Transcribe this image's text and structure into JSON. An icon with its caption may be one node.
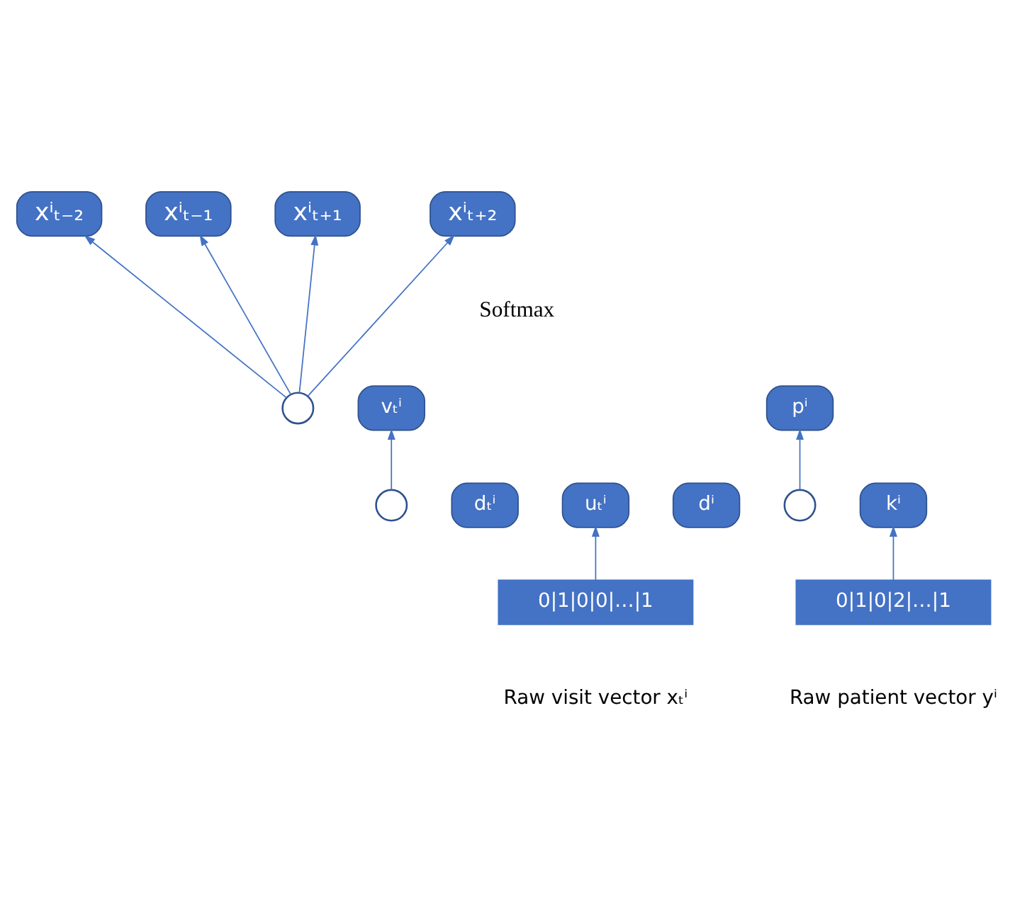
{
  "diagram": {
    "nodes": [
      {
        "text": [
          "xⁱₜ₋₂"
        ]
      },
      {
        "text": [
          "xⁱₜ₋₁"
        ]
      },
      {
        "text": [
          "xⁱₜ₊₁"
        ]
      },
      {
        "text": [
          "xⁱₜ₊₂"
        ]
      },
      {
        "text": [
          "pⁱ"
        ]
      },
      {
        "text": [],
        "shape": "circle"
      },
      {
        "text": [
          "vₜⁱ"
        ]
      },
      {
        "text": [
          "kⁱ"
        ]
      },
      {
        "text": [],
        "shape": "circle"
      },
      {
        "text": [
          "dⁱ"
        ]
      },
      {
        "text": [
          "uₜⁱ"
        ]
      },
      {
        "text": [],
        "shape": "circle"
      },
      {
        "text": [
          "dₜⁱ"
        ]
      },
      {
        "text": [
          "0|1|0|2|…|1"
        ],
        "beside": [
          "Raw patient vector yⁱ"
        ]
      },
      {
        "text": [
          "0|1|0|0|…|1"
        ],
        "beside": [
          "Raw visit vector xₜⁱ"
        ]
      }
    ],
    "edges": [
      {
        "from": 5,
        "to": 0,
        "arrow": "to"
      },
      {
        "from": 5,
        "to": 1,
        "arrow": "to"
      },
      {
        "from": 5,
        "to": 2,
        "arrow": "to"
      },
      {
        "from": 5,
        "to": 3,
        "arrow": "to"
      },
      {
        "from": 8,
        "to": 4,
        "arrow": "to"
      },
      {
        "from": 11,
        "to": 6,
        "arrow": "to"
      },
      {
        "from": 13,
        "to": 7,
        "arrow": "to"
      },
      {
        "from": 14,
        "to": 10,
        "arrow": "to"
      }
    ],
    "labels": [
      "Softmax"
    ]
  }
}
